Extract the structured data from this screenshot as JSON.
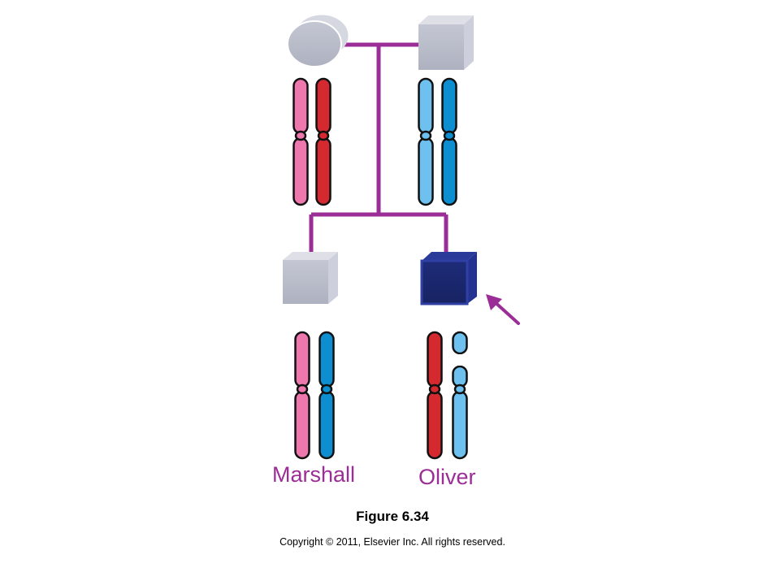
{
  "pedigree": {
    "individuals": [
      {
        "id": "mother",
        "sex": "female",
        "affected": false,
        "label": ""
      },
      {
        "id": "father",
        "sex": "male",
        "affected": false,
        "label": ""
      },
      {
        "id": "marshall",
        "sex": "male",
        "affected": false,
        "label": "Marshall"
      },
      {
        "id": "oliver",
        "sex": "male",
        "affected": true,
        "proband": true,
        "label": "Oliver"
      }
    ],
    "chromosomes": {
      "mother": [
        "pink",
        "red"
      ],
      "father": [
        "light-blue",
        "blue"
      ],
      "marshall": [
        "pink",
        "blue"
      ],
      "oliver": [
        "red",
        "light-blue-with-deletion"
      ]
    }
  },
  "colors": {
    "pedigree_line": "#9b2d96",
    "pink": "#ee78ad",
    "red": "#d42a2f",
    "light_blue": "#6ec1ee",
    "blue": "#0d8ed1",
    "unaffected_symbol": "#b9bcc9",
    "affected_symbol": "#1c2a74",
    "proband_arrow": "#9b2d96",
    "label_text": "#9b2d96"
  },
  "caption": {
    "figure": "Figure 6.34",
    "copyright": "Copyright © 2011, Elsevier Inc. All rights reserved."
  }
}
